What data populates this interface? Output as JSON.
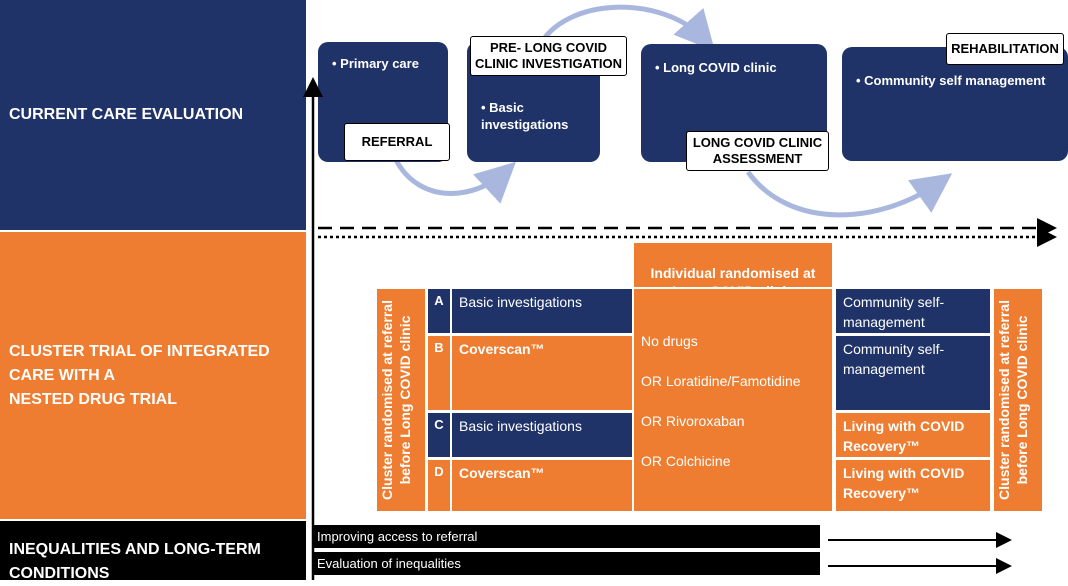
{
  "bands": {
    "current": "CURRENT CARE EVALUATION",
    "cluster": "CLUSTER TRIAL OF INTEGRATED\nCARE WITH A\nNESTED DRUG TRIAL",
    "inequalities": "INEQUALITIES AND LONG-TERM\nCONDITIONS"
  },
  "care_pathway": {
    "primary_care": "• Primary care",
    "referral": "REFERRAL",
    "pre_clinic_label": "PRE- LONG COVID\nCLINIC INVESTIGATION",
    "basic_investigations": "• Basic\n   investigations",
    "clinic": "• Long COVID clinic",
    "clinic_assessment": "LONG COVID CLINIC\nASSESSMENT",
    "rehabilitation": "REHABILITATION",
    "community": "• Community self management"
  },
  "trial": {
    "cluster_randomised": "Cluster randomised at referral\nbefore Long COVID clinic",
    "individual_randomised": "Individual randomised at\nLong COVID clinic",
    "arms": [
      {
        "letter": "A",
        "investigation": "Basic investigations",
        "after": "Community self-\nmanagement"
      },
      {
        "letter": "B",
        "investigation": "Coverscan™",
        "after": "Community self-\nmanagement"
      },
      {
        "letter": "C",
        "investigation": "Basic investigations",
        "after": "Living with COVID\nRecovery™"
      },
      {
        "letter": "D",
        "investigation": "Coverscan™",
        "after": "Living with COVID\nRecovery™"
      }
    ],
    "drugs": [
      "No drugs",
      "OR Loratidine/Famotidine",
      "OR Rivoroxaban",
      "OR Colchicine"
    ]
  },
  "inequalities": {
    "bars": [
      "Improving access to referral",
      "Evaluation of inequalities"
    ]
  },
  "colors": {
    "navy": "#1f3369",
    "orange": "#ee7d31",
    "arrow": "#a9b6de"
  }
}
